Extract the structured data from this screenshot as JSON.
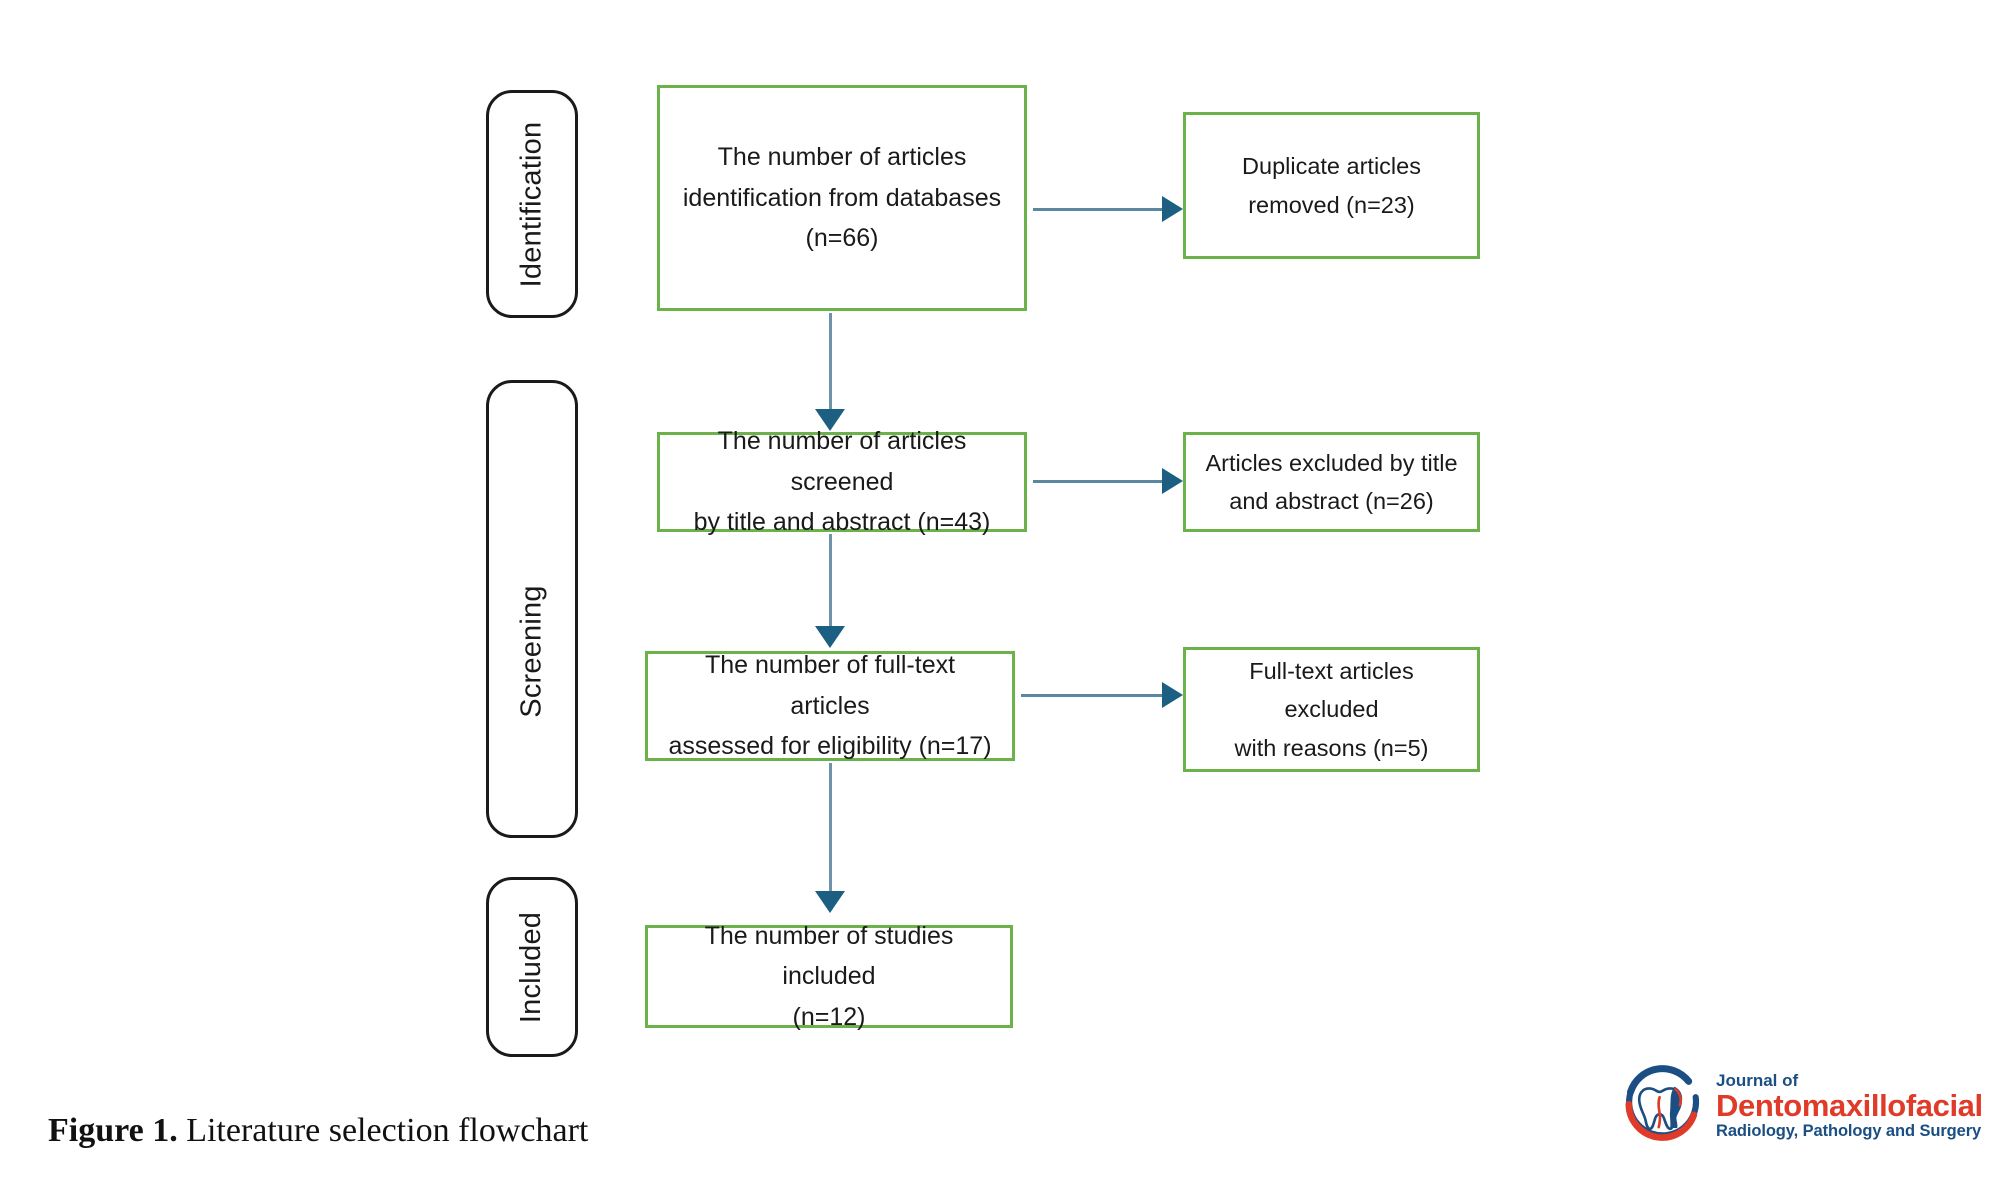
{
  "figure": {
    "caption_label": "Figure 1.",
    "caption_text": " Literature selection flowchart"
  },
  "colors": {
    "box_border_green": "#6cb24b",
    "stage_border_black": "#1a1a1a",
    "arrow_line_blue": "#5b87a3",
    "arrow_head_navy": "#1c5f83",
    "logo_navy": "#1b4f83",
    "logo_red": "#e03a29",
    "background": "#ffffff"
  },
  "stages": [
    {
      "label": "Identification"
    },
    {
      "label": "Screening"
    },
    {
      "label": "Included"
    }
  ],
  "flow": {
    "main_boxes": [
      {
        "line1": "The number of articles",
        "line2": "identification from databases",
        "line3": "(n=66)"
      },
      {
        "line1": "The number of articles screened",
        "line2": "by title and abstract (n=43)",
        "line3": ""
      },
      {
        "line1": "The number of full-text articles",
        "line2": "assessed for eligibility (n=17)",
        "line3": ""
      },
      {
        "line1": "The number of studies included",
        "line2": "(n=12)",
        "line3": ""
      }
    ],
    "side_boxes": [
      {
        "line1": "Duplicate articles",
        "line2": "removed (n=23)"
      },
      {
        "line1": "Articles excluded by title",
        "line2": "and abstract (n=26)"
      },
      {
        "line1": "Full-text articles excluded",
        "line2": "with reasons (n=5)"
      }
    ]
  },
  "chart_data": {
    "type": "flowchart",
    "title": "Literature selection flowchart (PRISMA)",
    "stages": [
      "Identification",
      "Screening",
      "Included"
    ],
    "nodes": [
      {
        "id": "identified",
        "stage": "Identification",
        "label": "The number of articles identification from databases (n=66)",
        "n": 66
      },
      {
        "id": "duplicates_removed",
        "stage": "Identification",
        "label": "Duplicate articles removed (n=23)",
        "n": 23,
        "kind": "excluded"
      },
      {
        "id": "screened",
        "stage": "Screening",
        "label": "The number of articles screened by title and abstract (n=43)",
        "n": 43
      },
      {
        "id": "excluded_title_abstract",
        "stage": "Screening",
        "label": "Articles excluded by title and abstract (n=26)",
        "n": 26,
        "kind": "excluded"
      },
      {
        "id": "fulltext_assessed",
        "stage": "Screening",
        "label": "The number of full-text articles assessed for eligibility (n=17)",
        "n": 17
      },
      {
        "id": "fulltext_excluded",
        "stage": "Screening",
        "label": "Full-text articles excluded with reasons (n=5)",
        "n": 5,
        "kind": "excluded"
      },
      {
        "id": "included",
        "stage": "Included",
        "label": "The number of studies included (n=12)",
        "n": 12
      }
    ],
    "edges": [
      {
        "from": "identified",
        "to": "duplicates_removed",
        "direction": "right"
      },
      {
        "from": "identified",
        "to": "screened",
        "direction": "down"
      },
      {
        "from": "screened",
        "to": "excluded_title_abstract",
        "direction": "right"
      },
      {
        "from": "screened",
        "to": "fulltext_assessed",
        "direction": "down"
      },
      {
        "from": "fulltext_assessed",
        "to": "fulltext_excluded",
        "direction": "right"
      },
      {
        "from": "fulltext_assessed",
        "to": "included",
        "direction": "down"
      }
    ]
  },
  "logo": {
    "line1": "Journal of",
    "line2": "Dentomaxillofacial",
    "line3": "Radiology, Pathology and Surgery"
  }
}
